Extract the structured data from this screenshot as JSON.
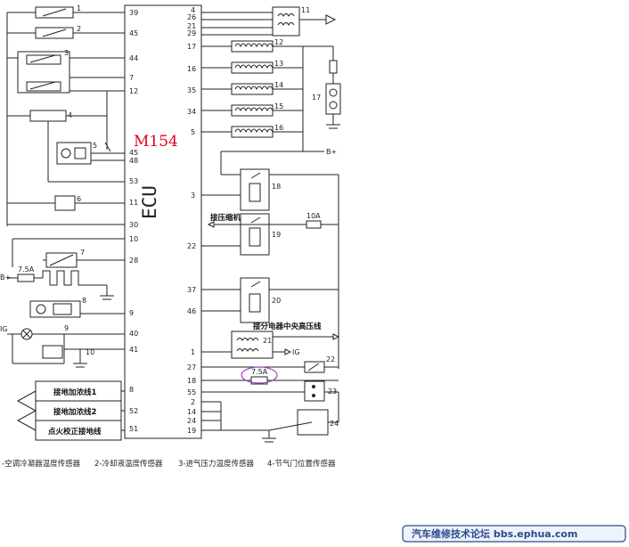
{
  "ecu": {
    "model": "M154",
    "label": "ECU"
  },
  "left_pins": [
    "39",
    "45",
    "44",
    "7",
    "12",
    "45",
    "48",
    "53",
    "11",
    "30",
    "10",
    "28",
    "9",
    "40",
    "41",
    "8",
    "52",
    "51"
  ],
  "right_pins": [
    "4",
    "26",
    "21",
    "29",
    "17",
    "16",
    "35",
    "34",
    "5",
    "3",
    "22",
    "37",
    "46",
    "1",
    "27",
    "18",
    "55",
    "2",
    "14",
    "24",
    "19"
  ],
  "component_numbers": [
    "1",
    "2",
    "3",
    "4",
    "5",
    "6",
    "7",
    "8",
    "9",
    "10",
    "11",
    "12",
    "13",
    "14",
    "15",
    "16",
    "17",
    "18",
    "19",
    "20",
    "21",
    "22",
    "23",
    "24"
  ],
  "fuses": {
    "left": "7.5A",
    "right_top": "10A",
    "right_bottom": "7.5A"
  },
  "power_labels": {
    "bplus_left": "B+",
    "bplus_right": "B+",
    "ig_left": "IG",
    "ig_right": "IG"
  },
  "annotations": {
    "compressor": "接压缩机",
    "ignition": "接分电器中央高压线"
  },
  "ground_lines": [
    {
      "label": "接地加浓线1"
    },
    {
      "label": "接地加浓线2"
    },
    {
      "label": "点火校正接地线"
    }
  ],
  "caption": {
    "item1": "-空调冷凝器温度传感器",
    "item2": "2-冷却液温度传感器",
    "item3": "3-进气压力温度传感器",
    "item4": "4-节气门位置传感器"
  },
  "watermark": "汽车维修技术论坛 bbs.ephua.com",
  "colors": {
    "ecu_model": "#e0001b",
    "highlight": "#a040c0",
    "watermark_border": "#2a4a8c"
  }
}
